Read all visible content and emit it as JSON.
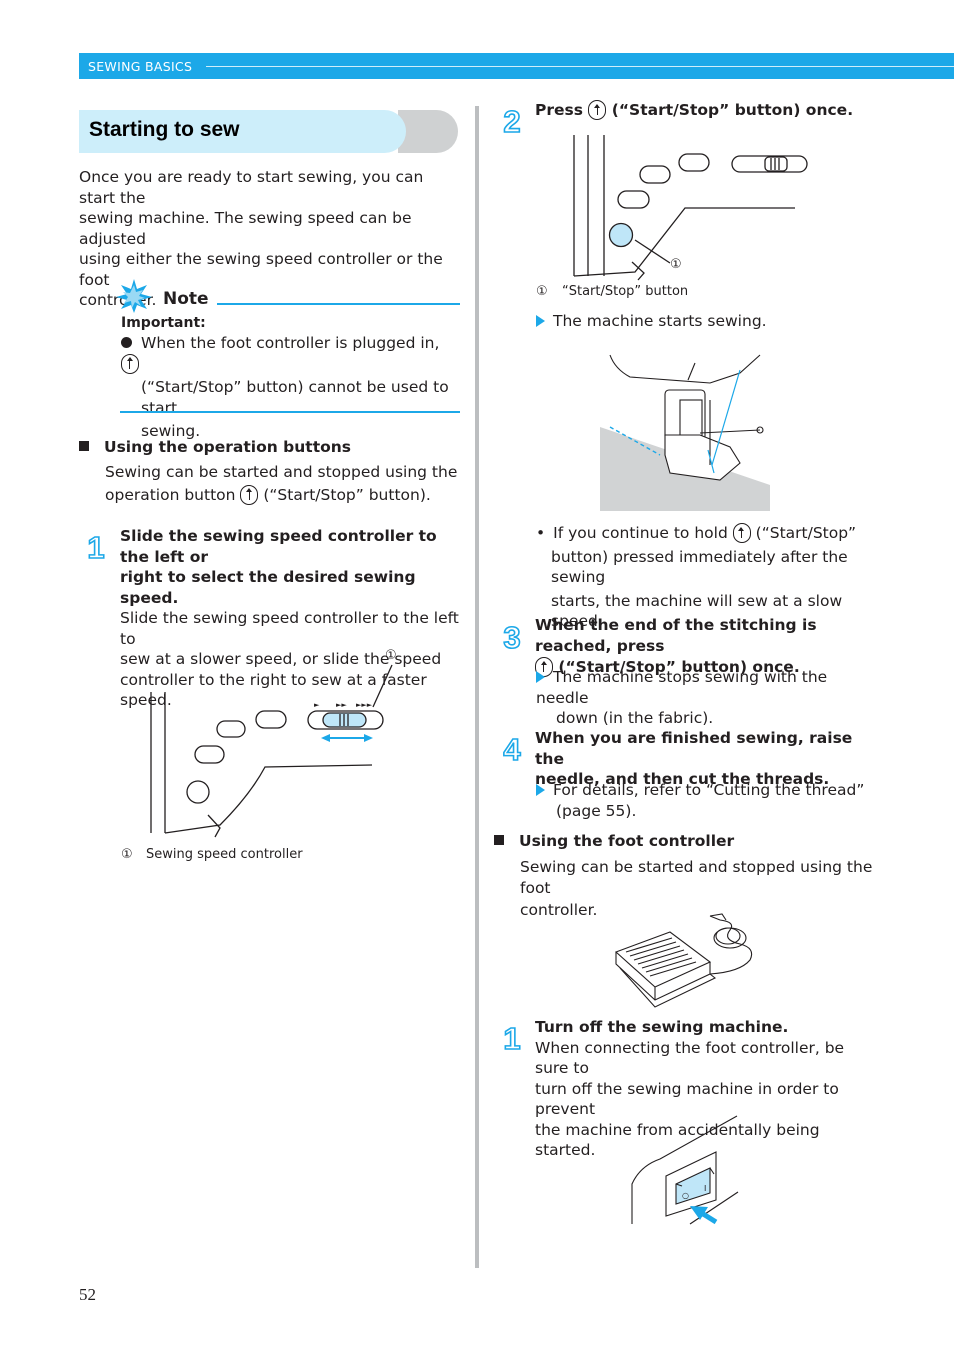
{
  "header": {
    "section": "SEWING BASICS"
  },
  "title": "Starting to sew",
  "intro": [
    "Once you are ready to start sewing, you can start the",
    "sewing machine. The sewing speed can be adjusted",
    "using either the sewing speed controller or the foot",
    "controller."
  ],
  "note": {
    "heading": "Note",
    "important": "Important:",
    "line1": "When the foot controller is plugged in,",
    "line2": "(“Start/Stop” button) cannot be used to start",
    "line3": "sewing."
  },
  "section_buttons": {
    "heading": "Using the operation buttons",
    "line1": "Sewing can be started and stopped using the",
    "line2a": "operation button",
    "line2b": "(“Start/Stop” button)."
  },
  "step1": {
    "number": "1",
    "title1": "Slide the sewing speed controller to the left or",
    "title2": "right to select the desired sewing speed.",
    "body": [
      "Slide the sewing speed controller to the left to",
      "sew at a slower speed, or slide the speed",
      "controller to the right to sew at a faster speed."
    ],
    "callout": "①",
    "caption_num": "①",
    "caption": "Sewing speed controller"
  },
  "step2": {
    "number": "2",
    "title_a": "Press",
    "title_b": "(“Start/Stop” button) once.",
    "callout": "①",
    "caption_num": "①",
    "caption": "“Start/Stop” button",
    "result": "The machine starts sewing.",
    "bullet_a": "If you continue to hold",
    "bullet_b": "(“Start/Stop”",
    "bullet_c": "button) pressed immediately after the sewing",
    "bullet_d": "starts, the machine will sew at a slow speed."
  },
  "step3": {
    "number": "3",
    "title1": "When the end of the stitching is reached, press",
    "title2": "(“Start/Stop” button) once.",
    "result1": "The machine stops sewing with the needle",
    "result2": "down (in the fabric)."
  },
  "step4": {
    "number": "4",
    "title1": "When you are finished sewing, raise the",
    "title2": "needle, and then cut the threads.",
    "result1": "For details, refer to “Cutting the thread”",
    "result2": "(page 55)."
  },
  "section_foot": {
    "heading": "Using the foot controller",
    "line1": "Sewing can be started and stopped using the foot",
    "line2": "controller."
  },
  "foot_step1": {
    "number": "1",
    "title": "Turn off the sewing machine.",
    "body": [
      "When connecting the foot controller, be sure to",
      "turn off the sewing machine in order to prevent",
      "the machine from accidentally being started."
    ]
  },
  "switch_labels": {
    "off": "○",
    "on": "I"
  },
  "page_number": "52",
  "colors": {
    "accent": "#1ca8e8",
    "light_accent": "#cdeefa",
    "button_fill": "#bfe6f8"
  }
}
